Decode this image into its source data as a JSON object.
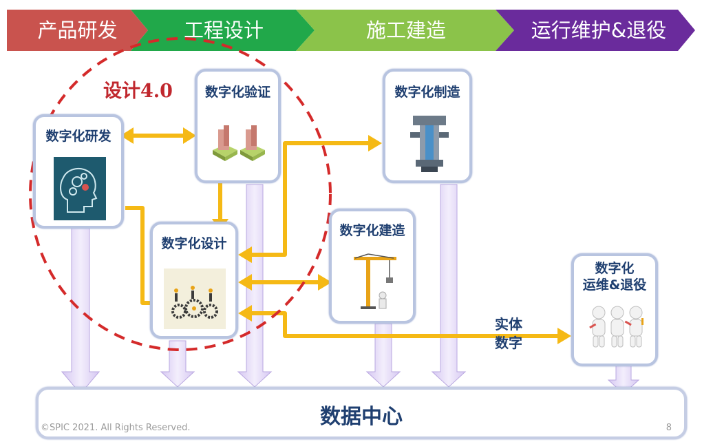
{
  "phases": [
    {
      "label": "产品研发",
      "color": "#c9534e"
    },
    {
      "label": "工程设计",
      "color": "#21a84a"
    },
    {
      "label": "施工建造",
      "color": "#8bc34a"
    },
    {
      "label": "运行维护&退役",
      "color": "#6a2b9c"
    }
  ],
  "design_label": "设计4.0",
  "boxes": {
    "rd": "数字化研发",
    "verify": "数字化验证",
    "design": "数字化设计",
    "manufacture": "数字化制造",
    "construct": "数字化建造",
    "om_line1": "数字化",
    "om_line2": "运维&退役"
  },
  "arrow_label_line1": "实体",
  "arrow_label_line2": "数字",
  "data_center": "数据中心",
  "footer": {
    "copyright": "©SPIC 2021. All Rights Reserved.",
    "page_number": "8"
  },
  "colors": {
    "arrow": "#f5b915",
    "dashed_circle": "#d42a2a",
    "pipe": "#e3d8f6",
    "box_border": "#b8c4e0",
    "title_text": "#1f3f70"
  }
}
